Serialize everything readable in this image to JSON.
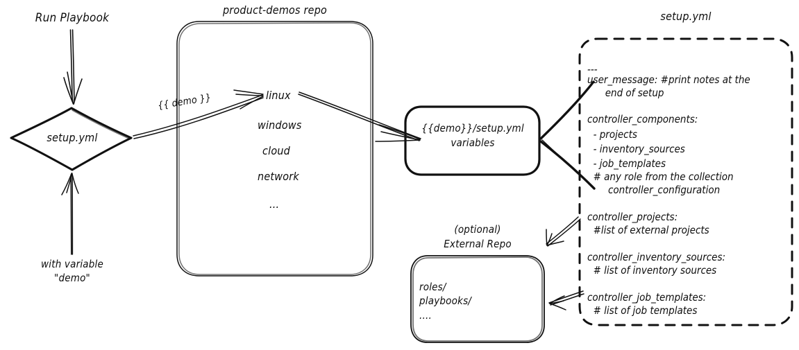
{
  "diagram": {
    "title_hidden": "",
    "nodes": {
      "run_playbook_label": "Run Playbook",
      "setup_diamond_label": "setup.yml",
      "with_variable_label_line1": "with variable",
      "with_variable_label_line2": "\"demo\"",
      "repo_title": "product-demos repo",
      "repo_items": [
        "linux",
        "windows",
        "cloud",
        "network",
        "..."
      ],
      "demo_edge_label": "{{ demo }}",
      "vars_box_line1": "{{demo}}/setup.yml",
      "vars_box_line2": "variables",
      "external_repo_title_line1": "(optional)",
      "external_repo_title_line2": "External Repo",
      "external_repo_items": [
        "roles/",
        "playbooks/",
        "...."
      ],
      "setup_panel_title": "setup.yml"
    },
    "setup_panel_lines": [
      "---",
      "user_message: #print notes at the",
      "      end of setup",
      "",
      "controller_components:",
      "  - projects",
      "  - inventory_sources",
      "  - job_templates",
      "  # any role from the collection",
      "       controller_configuration",
      "",
      "controller_projects:",
      "  #list of external projects",
      "",
      "controller_inventory_sources:",
      "  # list of inventory sources",
      "",
      "controller_job_templates:",
      "  # list of job templates"
    ],
    "colors": {
      "ink": "#0d0d0d",
      "background": "#ffffff"
    }
  }
}
